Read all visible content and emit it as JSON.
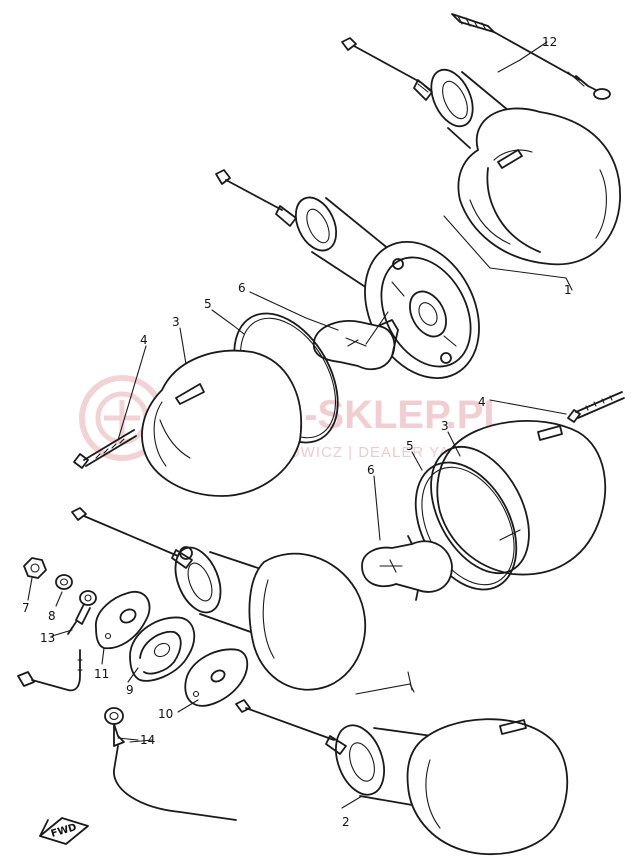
{
  "watermark": {
    "brand": "YAMA-SKLEP.PL",
    "subtitle": "WOJCIECHOWICZ | DEALER YAMAHA"
  },
  "fwd_label": "FWD",
  "callouts": [
    {
      "id": "part-1",
      "label": "1"
    },
    {
      "id": "part-2",
      "label": "2"
    },
    {
      "id": "part-3-upper",
      "label": "3"
    },
    {
      "id": "part-3-lower",
      "label": "3"
    },
    {
      "id": "part-4-upper",
      "label": "4"
    },
    {
      "id": "part-4-lower",
      "label": "4"
    },
    {
      "id": "part-5-upper",
      "label": "5"
    },
    {
      "id": "part-5-lower",
      "label": "5"
    },
    {
      "id": "part-6-upper",
      "label": "6"
    },
    {
      "id": "part-6-lower",
      "label": "6"
    },
    {
      "id": "part-7",
      "label": "7"
    },
    {
      "id": "part-8",
      "label": "8"
    },
    {
      "id": "part-9",
      "label": "9"
    },
    {
      "id": "part-10",
      "label": "10"
    },
    {
      "id": "part-11",
      "label": "11"
    },
    {
      "id": "part-12",
      "label": "12"
    },
    {
      "id": "part-13",
      "label": "13"
    },
    {
      "id": "part-14",
      "label": "14"
    }
  ],
  "colors": {
    "line": "#1a1a1a",
    "watermark": "#e7a7ad"
  }
}
